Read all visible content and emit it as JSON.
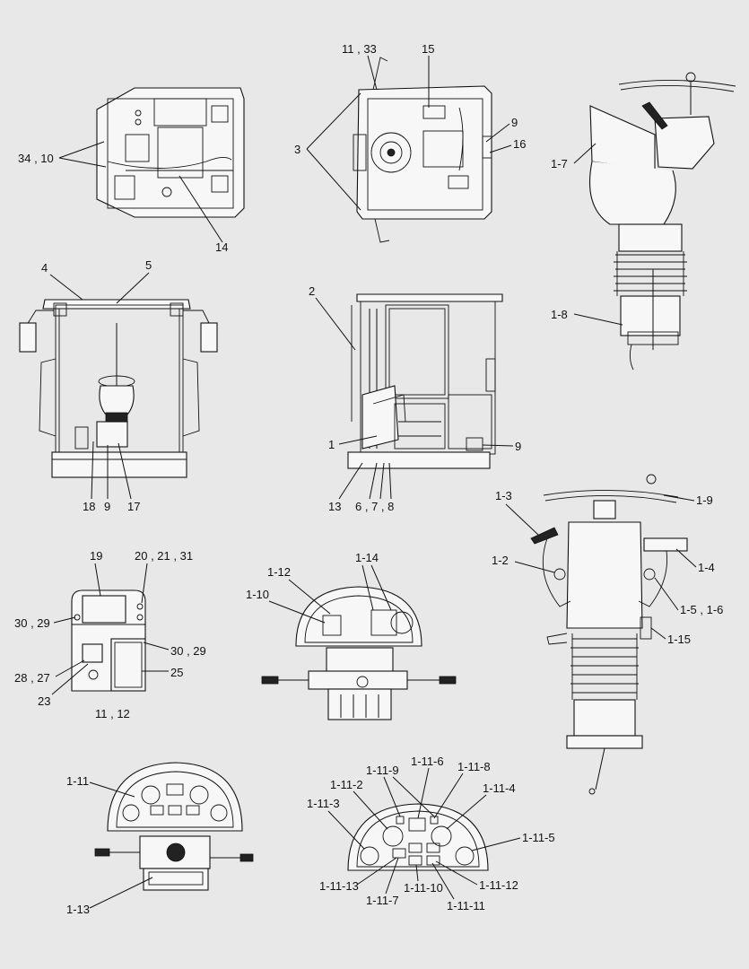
{
  "diagram": {
    "background": "#e8e8e8",
    "line_color": "#111111",
    "views": [
      {
        "name": "cab-top-view",
        "callouts": [
          "34 , 10",
          "14"
        ]
      },
      {
        "name": "cab-roof-view",
        "callouts": [
          "11 , 33",
          "15",
          "3",
          "9",
          "16"
        ]
      },
      {
        "name": "steering-column-side",
        "callouts": [
          "1-7",
          "1-8"
        ]
      },
      {
        "name": "cab-front-view",
        "callouts": [
          "4",
          "5",
          "18",
          "9",
          "17"
        ]
      },
      {
        "name": "cab-side-view",
        "callouts": [
          "2",
          "1",
          "9",
          "13",
          "6 , 7 , 8"
        ]
      },
      {
        "name": "steering-column-front",
        "callouts": [
          "1-3",
          "1-9",
          "1-2",
          "1-4",
          "1-5 , 1-6",
          "1-15"
        ]
      },
      {
        "name": "control-box",
        "callouts": [
          "19",
          "20 , 21 , 31",
          "30 , 29",
          "30 , 29",
          "28 , 27",
          "25",
          "23",
          "11 , 12"
        ]
      },
      {
        "name": "dashboard-rear",
        "callouts": [
          "1-12",
          "1-14",
          "1-10"
        ]
      },
      {
        "name": "dashboard-front",
        "callouts": [
          "1-11",
          "1-13"
        ]
      },
      {
        "name": "instrument-panel",
        "callouts": [
          "1-11-6",
          "1-11-9",
          "1-11-8",
          "1-11-2",
          "1-11-4",
          "1-11-3",
          "1-11-5",
          "1-11-13",
          "1-11-10",
          "1-11-12",
          "1-11-7",
          "1-11-11"
        ]
      }
    ]
  }
}
